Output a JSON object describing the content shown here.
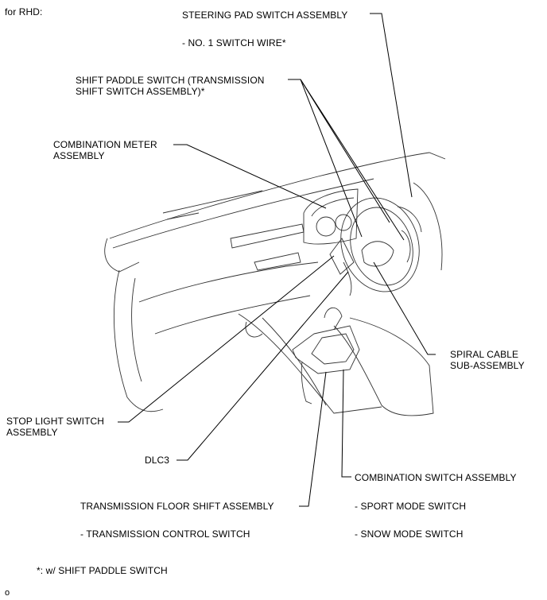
{
  "header": {
    "variant": "for RHD:"
  },
  "labels": {
    "steering_pad": "STEERING PAD SWITCH ASSEMBLY",
    "switch_wire": "- NO. 1 SWITCH WIRE*",
    "shift_paddle": "SHIFT PADDLE SWITCH (TRANSMISSION\nSHIFT SWITCH ASSEMBLY)*",
    "combination_meter": "COMBINATION METER\nASSEMBLY",
    "spiral_cable": "SPIRAL CABLE\nSUB-ASSEMBLY",
    "stop_light": "STOP LIGHT SWITCH\nASSEMBLY",
    "dlc3": "DLC3",
    "combination_switch": "COMBINATION SWITCH ASSEMBLY",
    "floor_shift": "TRANSMISSION FLOOR SHIFT ASSEMBLY",
    "sport_mode": "- SPORT MODE SWITCH",
    "transmission_control": "- TRANSMISSION CONTROL SWITCH",
    "snow_mode": "- SNOW MODE SWITCH"
  },
  "footnote": "*: w/ SHIFT PADDLE SWITCH",
  "figure_id": "o"
}
